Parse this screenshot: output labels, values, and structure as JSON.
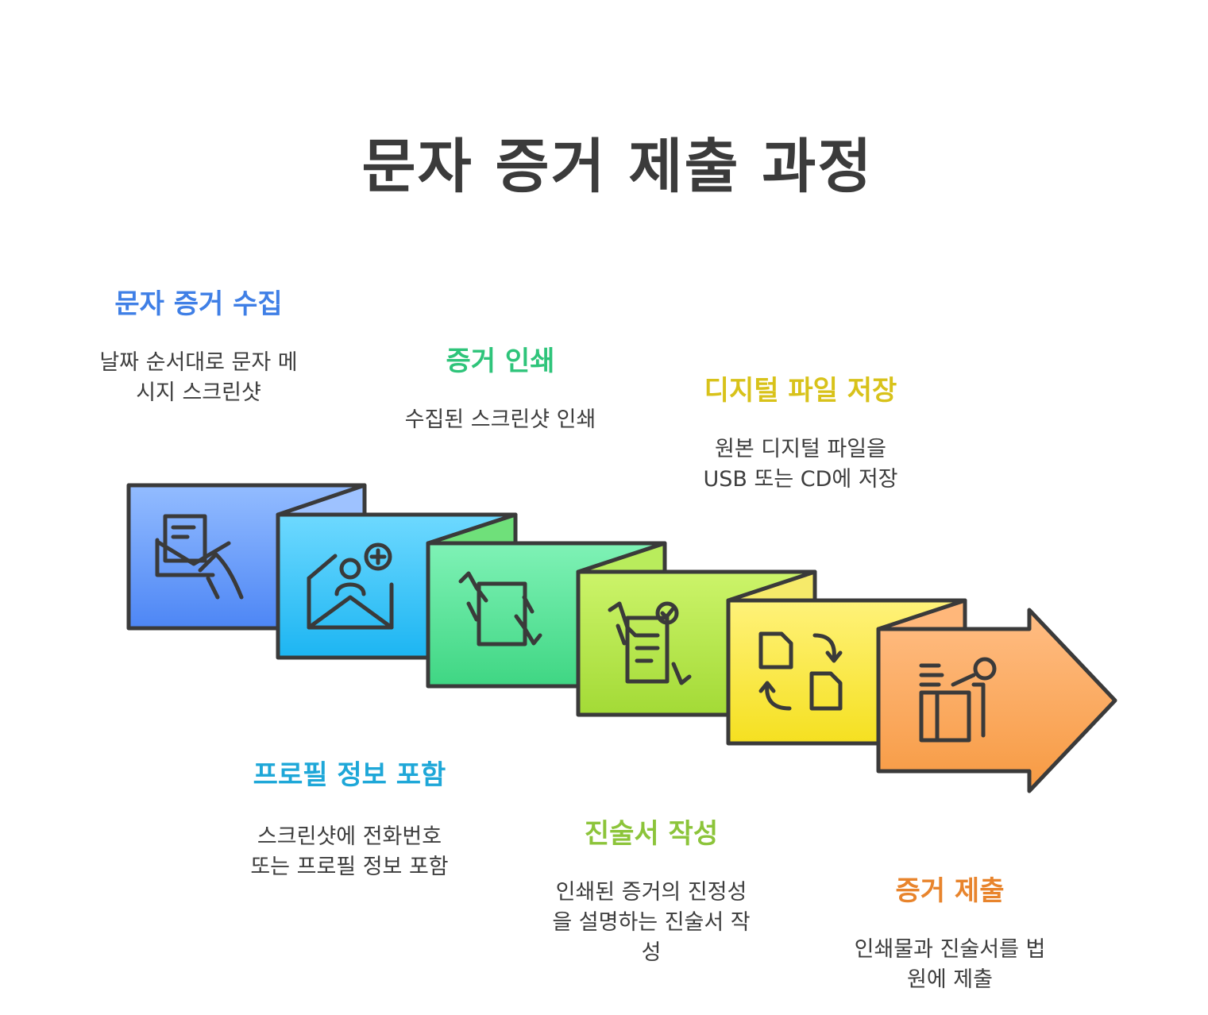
{
  "title": "문자 증거 제출 과정",
  "colors": {
    "outline": "#3a3a3a",
    "step1": "#3f7fe6",
    "step2": "#1ea7d8",
    "step3": "#2ec47a",
    "step4": "#8cc43a",
    "step5": "#d8c21a",
    "step6": "#e8842c"
  },
  "steps": [
    {
      "title": "문자 증거 수집",
      "desc_lines": [
        "날짜 순서대로 문자 메",
        "시지 스크린샷"
      ],
      "icon": "envelope-hand-icon"
    },
    {
      "title": "프로필 정보 포함",
      "desc_lines": [
        "스크린샷에 전화번호",
        "또는 프로필 정보 포함"
      ],
      "icon": "envelope-user-add-icon"
    },
    {
      "title": "증거 인쇄",
      "desc_lines": [
        "수집된 스크린샷 인쇄"
      ],
      "icon": "document-hands-icon"
    },
    {
      "title": "진술서 작성",
      "desc_lines": [
        "인쇄된 증거의 진정성",
        "을 설명하는 진술서 작",
        "성"
      ],
      "icon": "checklist-hand-icon"
    },
    {
      "title": "디지털 파일 저장",
      "desc_lines": [
        "원본 디지털 파일을",
        "USB 또는 CD에 저장"
      ],
      "icon": "file-transfer-icon"
    },
    {
      "title": "증거 제출",
      "desc_lines": [
        "인쇄물과 진술서를 법",
        "원에 제출"
      ],
      "icon": "person-desk-icon"
    }
  ]
}
